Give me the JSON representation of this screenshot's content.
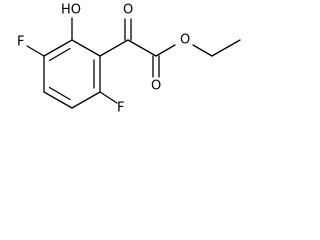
{
  "molecule": {
    "atoms": {
      "hydroxyl": "HO",
      "fluorine_upper": "F",
      "fluorine_lower": "F",
      "ketone_oxygen": "O",
      "ester_carbonyl_oxygen": "O",
      "ester_oxygen": "O"
    }
  }
}
